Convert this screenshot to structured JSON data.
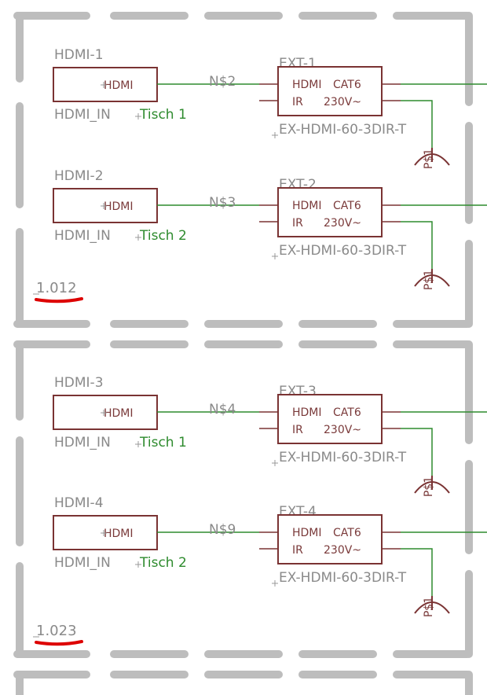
{
  "channels": [
    {
      "source": "HDMI-1",
      "source_value": "HDMI_IN",
      "source_pin": "HDMI",
      "net": "N$2",
      "label": "Tisch 1",
      "ext": "EXT-1",
      "ext_value": "EX-HDMI-60-3DIR-T",
      "pin_hdmi": "HDMI",
      "pin_ir": "IR",
      "pin_cat6": "CAT6",
      "pin_230v": "230V~",
      "gnd": "P$1"
    },
    {
      "source": "HDMI-2",
      "source_value": "HDMI_IN",
      "source_pin": "HDMI",
      "net": "N$3",
      "label": "Tisch 2",
      "ext": "EXT-2",
      "ext_value": "EX-HDMI-60-3DIR-T",
      "pin_hdmi": "HDMI",
      "pin_ir": "IR",
      "pin_cat6": "CAT6",
      "pin_230v": "230V~",
      "gnd": "P$1"
    },
    {
      "source": "HDMI-3",
      "source_value": "HDMI_IN",
      "source_pin": "HDMI",
      "net": "N$4",
      "label": "Tisch 1",
      "ext": "EXT-3",
      "ext_value": "EX-HDMI-60-3DIR-T",
      "pin_hdmi": "HDMI",
      "pin_ir": "IR",
      "pin_cat6": "CAT6",
      "pin_230v": "230V~",
      "gnd": "P$1"
    },
    {
      "source": "HDMI-4",
      "source_value": "HDMI_IN",
      "source_pin": "HDMI",
      "net": "N$9",
      "label": "Tisch 2",
      "ext": "EXT-4",
      "ext_value": "EX-HDMI-60-3DIR-T",
      "pin_hdmi": "HDMI",
      "pin_ir": "IR",
      "pin_cat6": "CAT6",
      "pin_230v": "230V~",
      "gnd": "P$1"
    }
  ],
  "sheets": [
    {
      "label": "1.012"
    },
    {
      "label": "1.023"
    }
  ],
  "colors": {
    "frame": "#bdbdbd",
    "wire": "#2e8b2e",
    "part": "#7a3333",
    "marker": "#dd0000"
  }
}
